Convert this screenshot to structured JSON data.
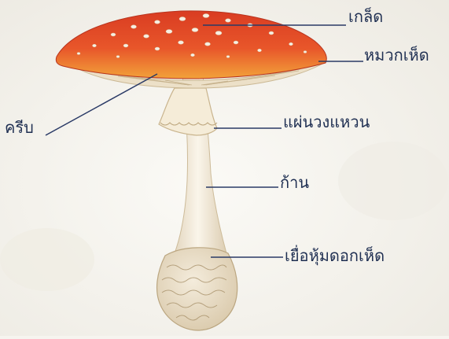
{
  "diagram": {
    "subject": "mushroom (fly agaric)",
    "colors": {
      "cap": "#e5552a",
      "cap_edge": "#f2a23a",
      "stalk": "#f3eadb",
      "gills": "#e9dcc5",
      "label_text": "#1f2f52",
      "leader_line": "#2a3a66"
    },
    "labels": {
      "scales": "เกล็ด",
      "cap": "หมวกเห็ด",
      "gills": "ครีบ",
      "ring": "แผ่นวงแหวน",
      "stalk": "ก้าน",
      "volva": "เยื่อหุ้มดอกเห็ด"
    }
  }
}
